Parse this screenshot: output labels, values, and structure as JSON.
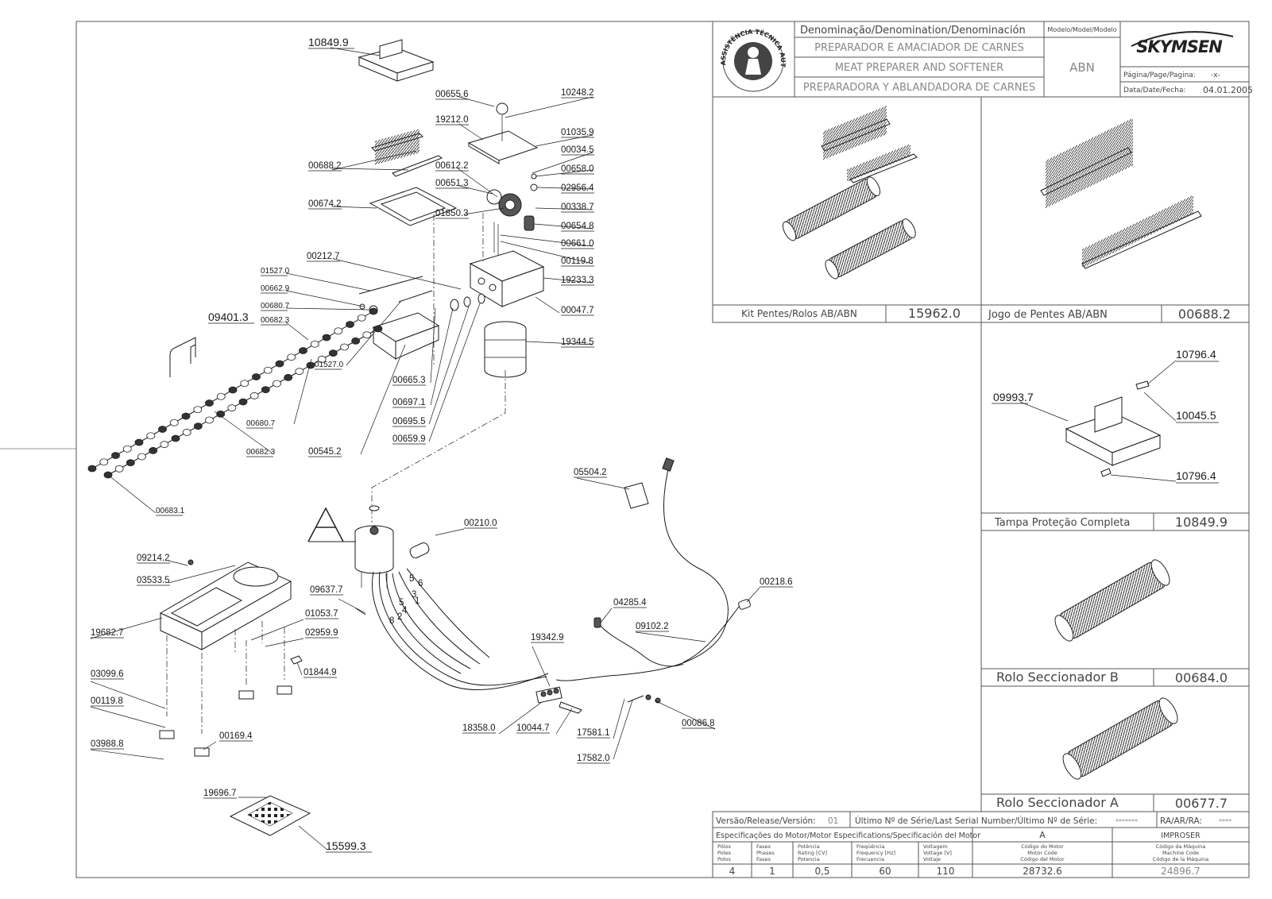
{
  "title_block": {
    "denomination_header": "Denominação/Denomination/Denominación",
    "name_pt": "PREPARADOR E AMACIADOR DE CARNES",
    "name_en": "MEAT PREPARER AND SOFTENER",
    "name_es": "PREPARADORA Y ABLANDADORA DE CARNES",
    "model_header": "Modelo/Model/Modelo",
    "model_value": "ABN",
    "brand": "SKYMSEN",
    "page_label": "Página/Page/Pagina:",
    "page_value": "-x-",
    "date_label": "Data/Date/Fecha:",
    "date_value": "04.01.2005",
    "seal_text": "ASSISTÊNCIA TÉCNICA AUTORIZADA"
  },
  "kits": [
    {
      "caption": "Kit  Pentes/Rolos AB/ABN",
      "code": "15962.0"
    },
    {
      "caption": "Jogo  de  Pentes AB/ABN",
      "code": "00688.2"
    },
    {
      "caption": "Tampa   Proteção Completa",
      "code": "10849.9"
    },
    {
      "caption": "Rolo  Seccionador  B",
      "code": "00684.0"
    },
    {
      "caption": "Rolo  Seccionador  A",
      "code": "00677.7"
    }
  ],
  "tampa_parts": [
    "10796.4",
    "09993.7",
    "10045.5",
    "10796.4"
  ],
  "parts": [
    "10849.9",
    "00655.6",
    "10248.2",
    "19212.0",
    "01035.9",
    "00034.5",
    "00688.2",
    "00612.2",
    "00658.0",
    "00651.3",
    "02956.4",
    "00674.2",
    "01850.3",
    "00338.7",
    "00654.8",
    "00661.0",
    "00212.7",
    "00119.8",
    "01527.0",
    "19233.3",
    "00662.9",
    "00680.7",
    "09401.3",
    "00682.3",
    "00047.7",
    "19344.5",
    "01527.0",
    "00665.3",
    "00697.1",
    "00680.7",
    "00695.5",
    "00659.9",
    "00682.3",
    "00545.2",
    "00683.1",
    "05504.2",
    "00210.0",
    "09214.2",
    "03533.5",
    "09637.7",
    "00218.6",
    "01053.7",
    "04285.4",
    "19682.7",
    "02959.9",
    "09102.2",
    "01844.9",
    "19342.9",
    "03099.6",
    "00119.8",
    "00086.8",
    "18358.0",
    "10044.7",
    "17581.1",
    "03988.8",
    "00169.4",
    "17582.0",
    "19696.7",
    "15599.3"
  ],
  "motor_mark": "A",
  "wire_numbers": [
    "5",
    "6",
    "3",
    "1",
    "5",
    "4",
    "2",
    "8"
  ],
  "footer": {
    "release_label": "Versão/Release/Versión:",
    "release_value": "01",
    "serial_label": "Último Nº de Série/Last Serial Number/Último Nº de Série:",
    "serial_value": "*******",
    "ra_label": "RA/AR/RA:",
    "ra_value": "****",
    "motor_spec_label": "Especificações do Motor/Motor Especifications/Specificación del Motor",
    "motor_letter": "A",
    "manufacturer": "IMPROSER",
    "columns": [
      {
        "h1": "Pólos",
        "h2": "Poles",
        "h3": "Polos",
        "value": "4"
      },
      {
        "h1": "Fases",
        "h2": "Phases",
        "h3": "Fases",
        "value": "1"
      },
      {
        "h1": "Potência",
        "h2": "Rating [CV]",
        "h3": "Potencia",
        "value": "0,5"
      },
      {
        "h1": "Freqüência",
        "h2": "Frequency [Hz]",
        "h3": "Frecuencia",
        "value": "60"
      },
      {
        "h1": "Voltagem",
        "h2": "Voltage [V]",
        "h3": "Voltaje",
        "value": "110"
      },
      {
        "h1": "Código do Motor",
        "h2": "Motor Code",
        "h3": "Código del Motor",
        "value": "28732.6"
      },
      {
        "h1": "Código da Máquina",
        "h2": "Machine Code",
        "h3": "Código de la Máquina",
        "value": "24896.7"
      }
    ]
  },
  "colors": {
    "line": "#1a1a1a",
    "frame": "#555555",
    "grey_text": "#888888"
  }
}
